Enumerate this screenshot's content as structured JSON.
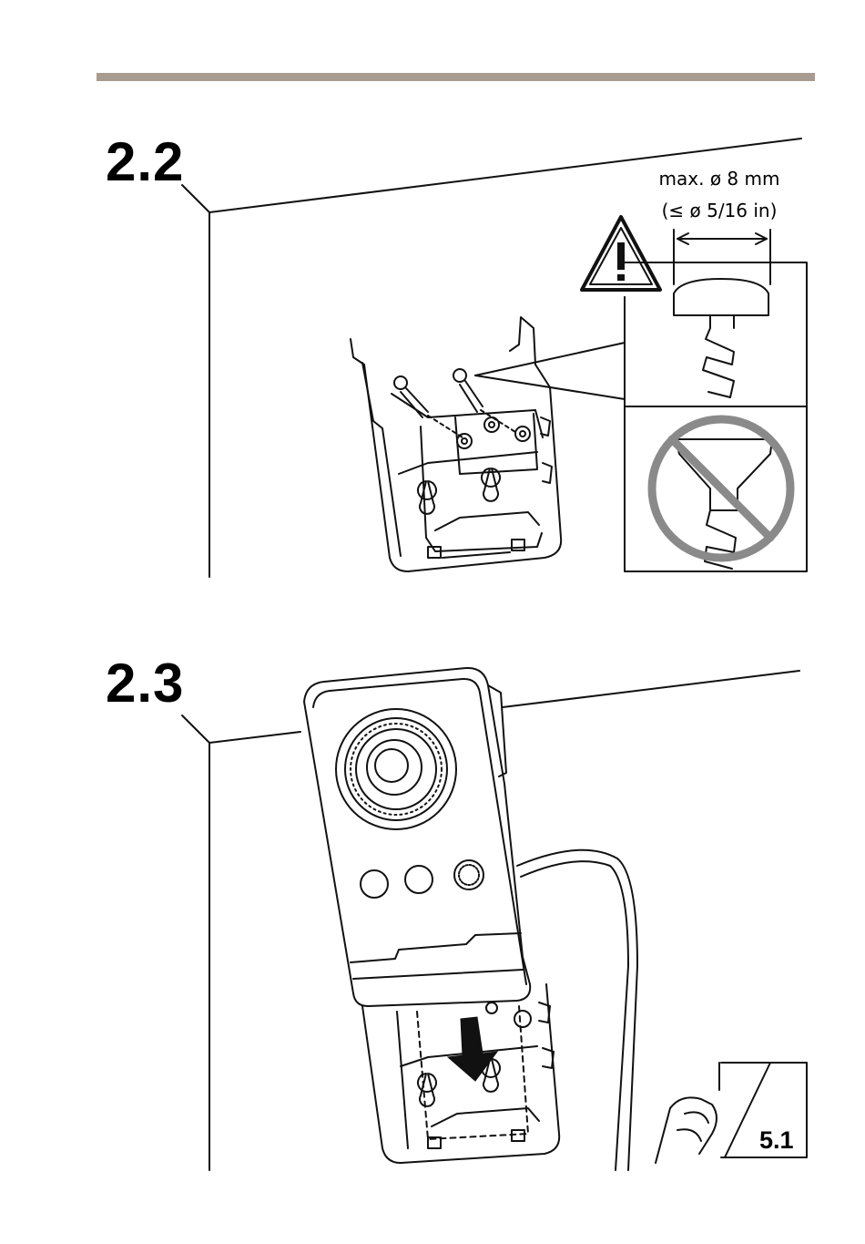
{
  "colors": {
    "header_bar": "#a89b8f",
    "line": "#111111",
    "prohibit": "#8a8a8a"
  },
  "steps": {
    "step1": {
      "number": "2.2"
    },
    "step2": {
      "number": "2.3"
    }
  },
  "screw_spec": {
    "metric": "max. ø 8 mm",
    "imperial": "(≤ ø 5/16 in)"
  },
  "icons": {
    "warning": "warning-triangle-icon",
    "prohibited": "prohibited-icon",
    "arrow": "arrow-down-icon",
    "hand": "hand-icon"
  },
  "reference": {
    "label": "5.1"
  }
}
